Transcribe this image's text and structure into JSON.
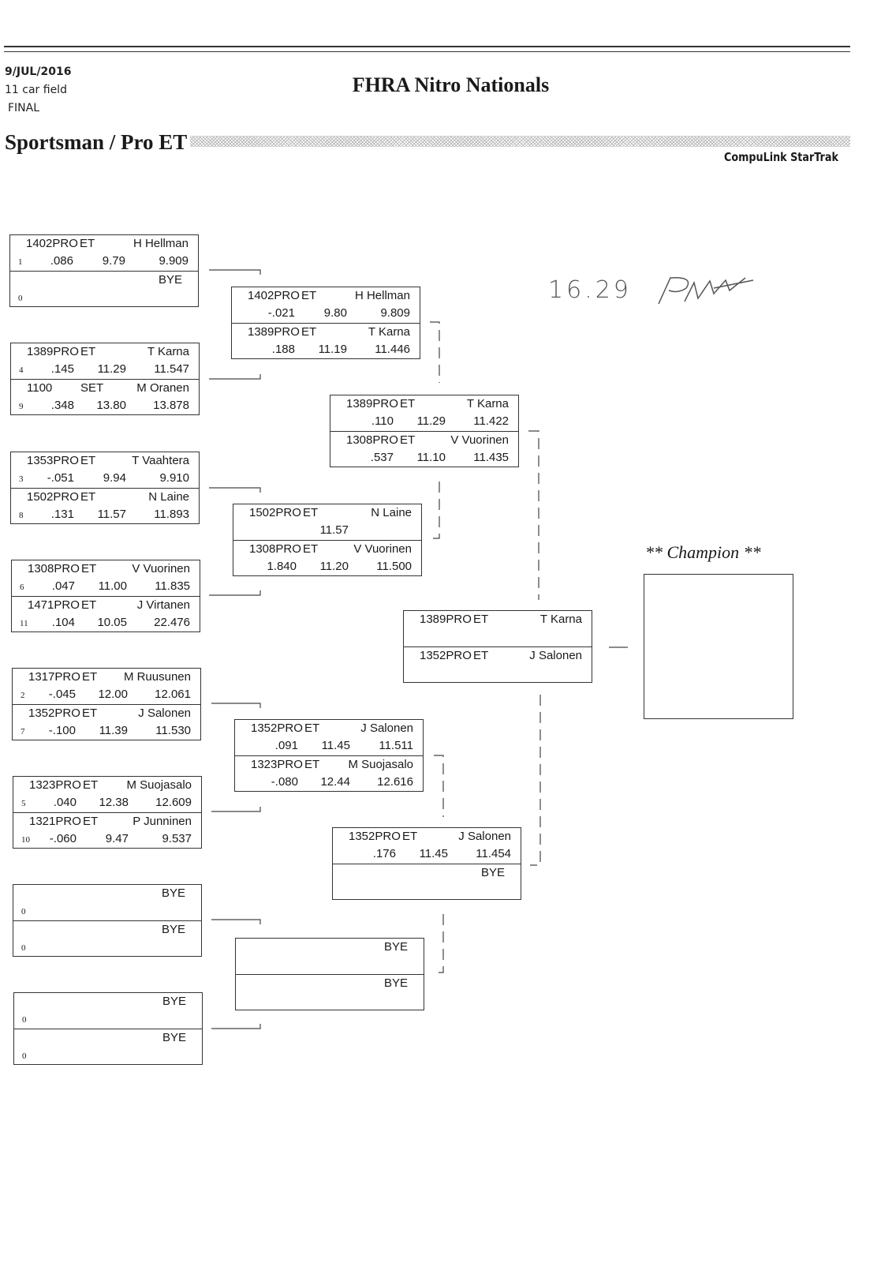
{
  "header": {
    "date": "9/JUL/2016",
    "field": "11 car field",
    "status": "FINAL",
    "event_title": "FHRA Nitro Nationals",
    "division": "Sportsman / Pro ET",
    "brand": "CompuLink StarTrak"
  },
  "rounds": {
    "r1": [
      {
        "a": {
          "car": "1402PRO",
          "cls": "ET",
          "name": "H Hellman",
          "seed": "1",
          "rt": ".086",
          "et": "9.79",
          "total": "9.909"
        },
        "b": {
          "bye": "BYE",
          "seed": "0"
        }
      },
      {
        "a": {
          "car": "1389PRO",
          "cls": "ET",
          "name": "T Karna",
          "seed": "4",
          "rt": ".145",
          "et": "11.29",
          "total": "11.547"
        },
        "b": {
          "car": "1100",
          "cls": "SET",
          "name": "M Oranen",
          "seed": "9",
          "rt": ".348",
          "et": "13.80",
          "total": "13.878"
        }
      },
      {
        "a": {
          "car": "1353PRO",
          "cls": "ET",
          "name": "T Vaahtera",
          "seed": "3",
          "rt": "-.051",
          "et": "9.94",
          "total": "9.910"
        },
        "b": {
          "car": "1502PRO",
          "cls": "ET",
          "name": "N Laine",
          "seed": "8",
          "rt": ".131",
          "et": "11.57",
          "total": "11.893"
        }
      },
      {
        "a": {
          "car": "1308PRO",
          "cls": "ET",
          "name": "V Vuorinen",
          "seed": "6",
          "rt": ".047",
          "et": "11.00",
          "total": "11.835"
        },
        "b": {
          "car": "1471PRO",
          "cls": "ET",
          "name": "J Virtanen",
          "seed": "11",
          "rt": ".104",
          "et": "10.05",
          "total": "22.476"
        }
      },
      {
        "a": {
          "car": "1317PRO",
          "cls": "ET",
          "name": "M Ruusunen",
          "seed": "2",
          "rt": "-.045",
          "et": "12.00",
          "total": "12.061"
        },
        "b": {
          "car": "1352PRO",
          "cls": "ET",
          "name": "J Salonen",
          "seed": "7",
          "rt": "-.100",
          "et": "11.39",
          "total": "11.530"
        }
      },
      {
        "a": {
          "car": "1323PRO",
          "cls": "ET",
          "name": "M Suojasalo",
          "seed": "5",
          "rt": ".040",
          "et": "12.38",
          "total": "12.609"
        },
        "b": {
          "car": "1321PRO",
          "cls": "ET",
          "name": "P Junninen",
          "seed": "10",
          "rt": "-.060",
          "et": "9.47",
          "total": "9.537"
        }
      },
      {
        "a": {
          "bye": "BYE",
          "seed": "0"
        },
        "b": {
          "bye": "BYE",
          "seed": "0"
        }
      },
      {
        "a": {
          "bye": "BYE",
          "seed": "0"
        },
        "b": {
          "bye": "BYE",
          "seed": "0"
        }
      }
    ],
    "r2": [
      {
        "a": {
          "car": "1402PRO",
          "cls": "ET",
          "name": "H Hellman",
          "rt": "-.021",
          "et": "9.80",
          "total": "9.809"
        },
        "b": {
          "car": "1389PRO",
          "cls": "ET",
          "name": "T Karna",
          "rt": ".188",
          "et": "11.19",
          "total": "11.446"
        }
      },
      {
        "a": {
          "car": "1502PRO",
          "cls": "ET",
          "name": "N Laine",
          "rt": "",
          "et": "11.57",
          "total": ""
        },
        "b": {
          "car": "1308PRO",
          "cls": "ET",
          "name": "V Vuorinen",
          "rt": "1.840",
          "et": "11.20",
          "total": "11.500"
        }
      },
      {
        "a": {
          "car": "1352PRO",
          "cls": "ET",
          "name": "J Salonen",
          "rt": ".091",
          "et": "11.45",
          "total": "11.511"
        },
        "b": {
          "car": "1323PRO",
          "cls": "ET",
          "name": "M Suojasalo",
          "rt": "-.080",
          "et": "12.44",
          "total": "12.616"
        }
      },
      {
        "a": {
          "bye": "BYE"
        },
        "b": {
          "bye": "BYE"
        }
      }
    ],
    "r3": [
      {
        "a": {
          "car": "1389PRO",
          "cls": "ET",
          "name": "T Karna",
          "rt": ".110",
          "et": "11.29",
          "total": "11.422"
        },
        "b": {
          "car": "1308PRO",
          "cls": "ET",
          "name": "V Vuorinen",
          "rt": ".537",
          "et": "11.10",
          "total": "11.435"
        }
      },
      {
        "a": {
          "car": "1352PRO",
          "cls": "ET",
          "name": "J Salonen",
          "rt": ".176",
          "et": "11.45",
          "total": "11.454"
        },
        "b": {
          "bye": "BYE"
        }
      }
    ],
    "final": [
      {
        "a": {
          "car": "1389PRO",
          "cls": "ET",
          "name": "T Karna"
        },
        "b": {
          "car": "1352PRO",
          "cls": "ET",
          "name": "J Salonen"
        }
      }
    ]
  },
  "champion": {
    "label": "** Champion **",
    "name": ""
  },
  "annotation": {
    "handwritten_time": "16.29",
    "signature": "PW"
  }
}
